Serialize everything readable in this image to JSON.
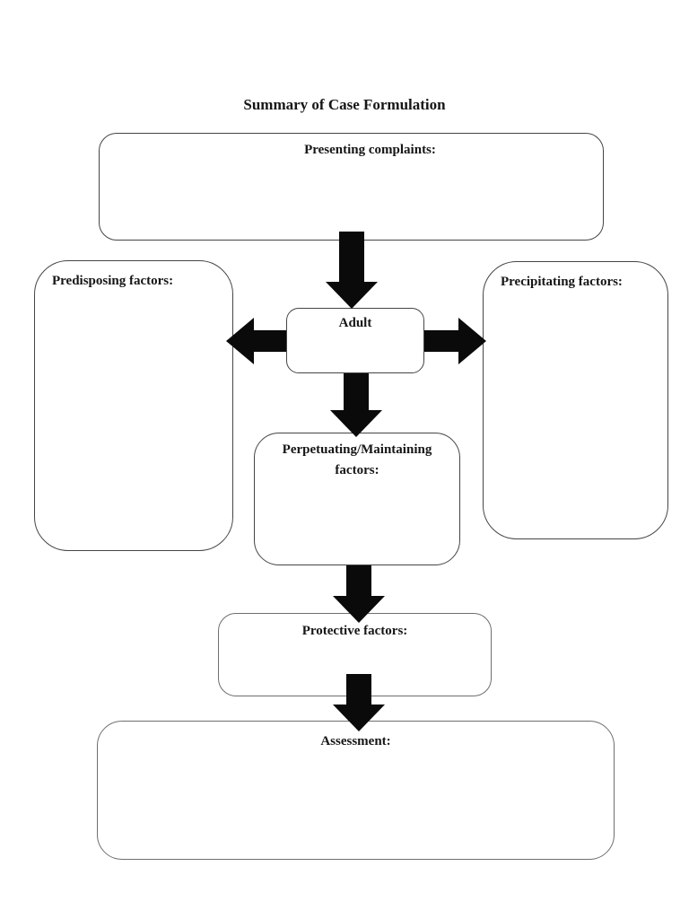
{
  "title": "Summary of Case Formulation",
  "nodes": {
    "presenting": {
      "label": "Presenting complaints:"
    },
    "predisposing": {
      "label": "Predisposing factors:"
    },
    "adult": {
      "label": "Adult"
    },
    "precipitating": {
      "label": "Precipitating factors:"
    },
    "perpetuating": {
      "label": "Perpetuating/Maintaining factors:"
    },
    "protective": {
      "label": "Protective factors:"
    },
    "assessment": {
      "label": "Assessment:"
    }
  },
  "arrows": [
    {
      "name": "presenting-to-adult",
      "direction": "down"
    },
    {
      "name": "adult-to-predisposing",
      "direction": "left"
    },
    {
      "name": "adult-to-precipitating",
      "direction": "right"
    },
    {
      "name": "adult-to-perpetuating",
      "direction": "down"
    },
    {
      "name": "perpetuating-to-protective",
      "direction": "down"
    },
    {
      "name": "protective-to-assessment",
      "direction": "down"
    }
  ],
  "colors": {
    "page_background": "#ffffff",
    "text": "#161616",
    "box_border": "#454545",
    "box_border_light": "#6e6e6e",
    "arrow": "#0a0a0a"
  }
}
